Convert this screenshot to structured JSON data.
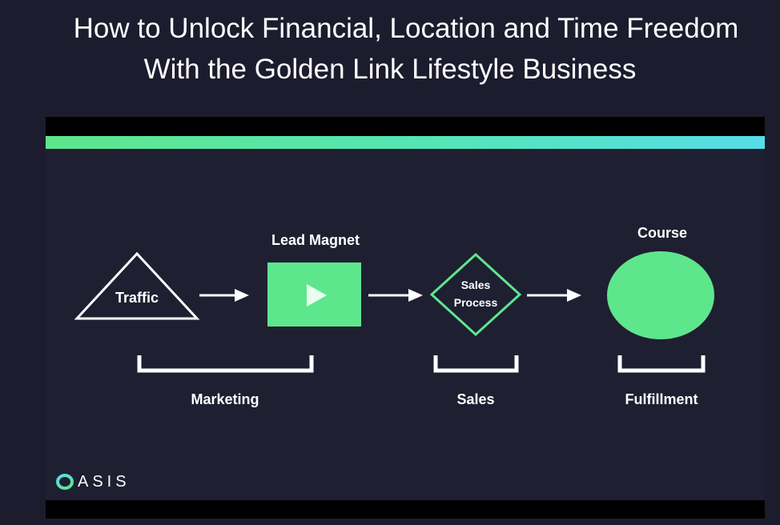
{
  "headline": {
    "line1": "How to Unlock Financial, Location and Time Freedom",
    "line2": "With the Golden Link Lifestyle Business"
  },
  "diagram": {
    "traffic_label": "Traffic",
    "lead_magnet_label": "Lead Magnet",
    "sales_process_line1": "Sales",
    "sales_process_line2": "Process",
    "course_label": "Course",
    "marketing_label": "Marketing",
    "sales_label": "Sales",
    "fulfillment_label": "Fulfillment"
  },
  "logo": {
    "text": "ASIS",
    "icon": "oasis-ring-icon"
  },
  "colors": {
    "background": "#1c1c2e",
    "accent_green": "#5ee68c",
    "accent_cyan": "#56dce8",
    "white": "#ffffff"
  }
}
